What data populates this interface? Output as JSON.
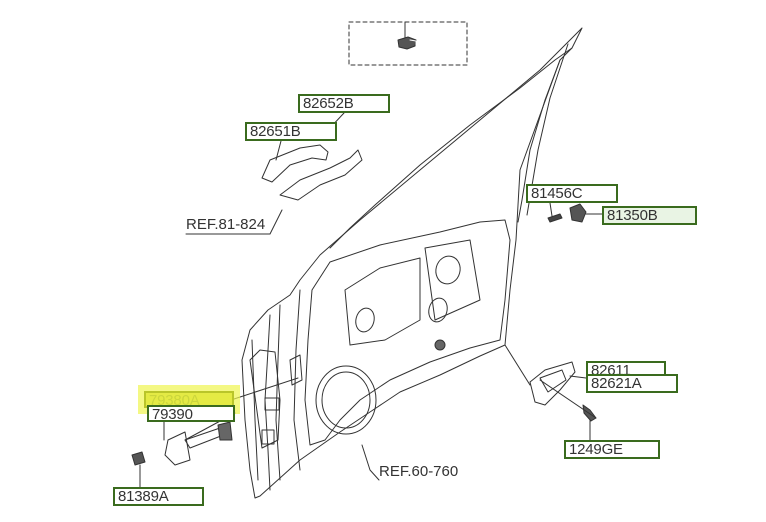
{
  "diagram": {
    "type": "exploded parts diagram",
    "subject": "front door panel and hardware",
    "part_labels": [
      {
        "id": "82652B",
        "text": "82652B",
        "style": "plain"
      },
      {
        "id": "82651B",
        "text": "82651B",
        "style": "plain"
      },
      {
        "id": "81456C",
        "text": "81456C",
        "style": "plain"
      },
      {
        "id": "81350B",
        "text": "81350B",
        "style": "tint"
      },
      {
        "id": "82611",
        "text": "82611",
        "style": "plain"
      },
      {
        "id": "82621A",
        "text": "82621A",
        "style": "plain"
      },
      {
        "id": "1249GE",
        "text": "1249GE",
        "style": "plain"
      },
      {
        "id": "79380A",
        "text": "79380A",
        "style": "highlight"
      },
      {
        "id": "79390",
        "text": "79390",
        "style": "plain"
      },
      {
        "id": "81389A",
        "text": "81389A",
        "style": "plain"
      }
    ],
    "references": [
      {
        "id": "ref-81-824",
        "text": "REF.81-824"
      },
      {
        "id": "ref-60-760",
        "text": "REF.60-760"
      }
    ],
    "colors": {
      "label_border": "#3a6b1e",
      "label_tint": "#e9f4e4",
      "highlight": "#e4ea44",
      "line": "#333333"
    }
  }
}
